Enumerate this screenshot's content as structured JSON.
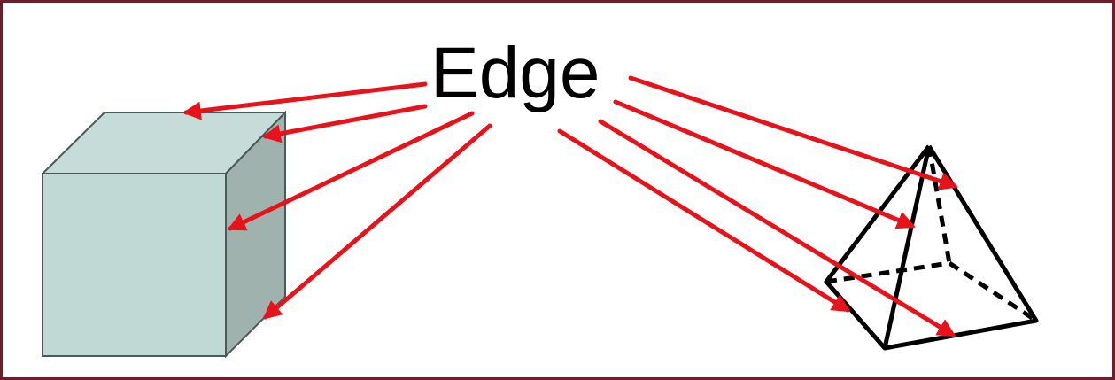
{
  "diagram": {
    "label": "Edge",
    "colors": {
      "border": "#6b1f2a",
      "arrow": "#e8121b",
      "cube_front": "#c0d9d5",
      "cube_top": "#c6dcd8",
      "cube_side": "#9fb2ad",
      "cube_stroke": "#4a5a5c",
      "pyramid_stroke": "#000000"
    },
    "shapes": [
      "cube",
      "pyramid"
    ],
    "arrow_count": 8
  }
}
